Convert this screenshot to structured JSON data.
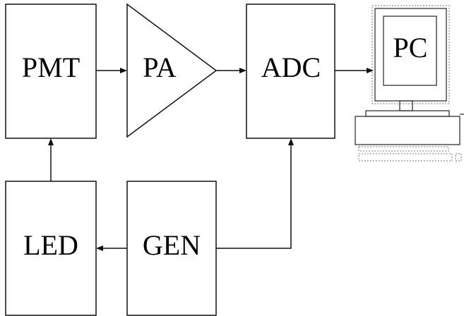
{
  "diagram": {
    "blocks": {
      "pmt": "PMT",
      "pa": "PA",
      "adc": "ADC",
      "pc": "PC",
      "led": "LED",
      "gen": "GEN"
    }
  }
}
